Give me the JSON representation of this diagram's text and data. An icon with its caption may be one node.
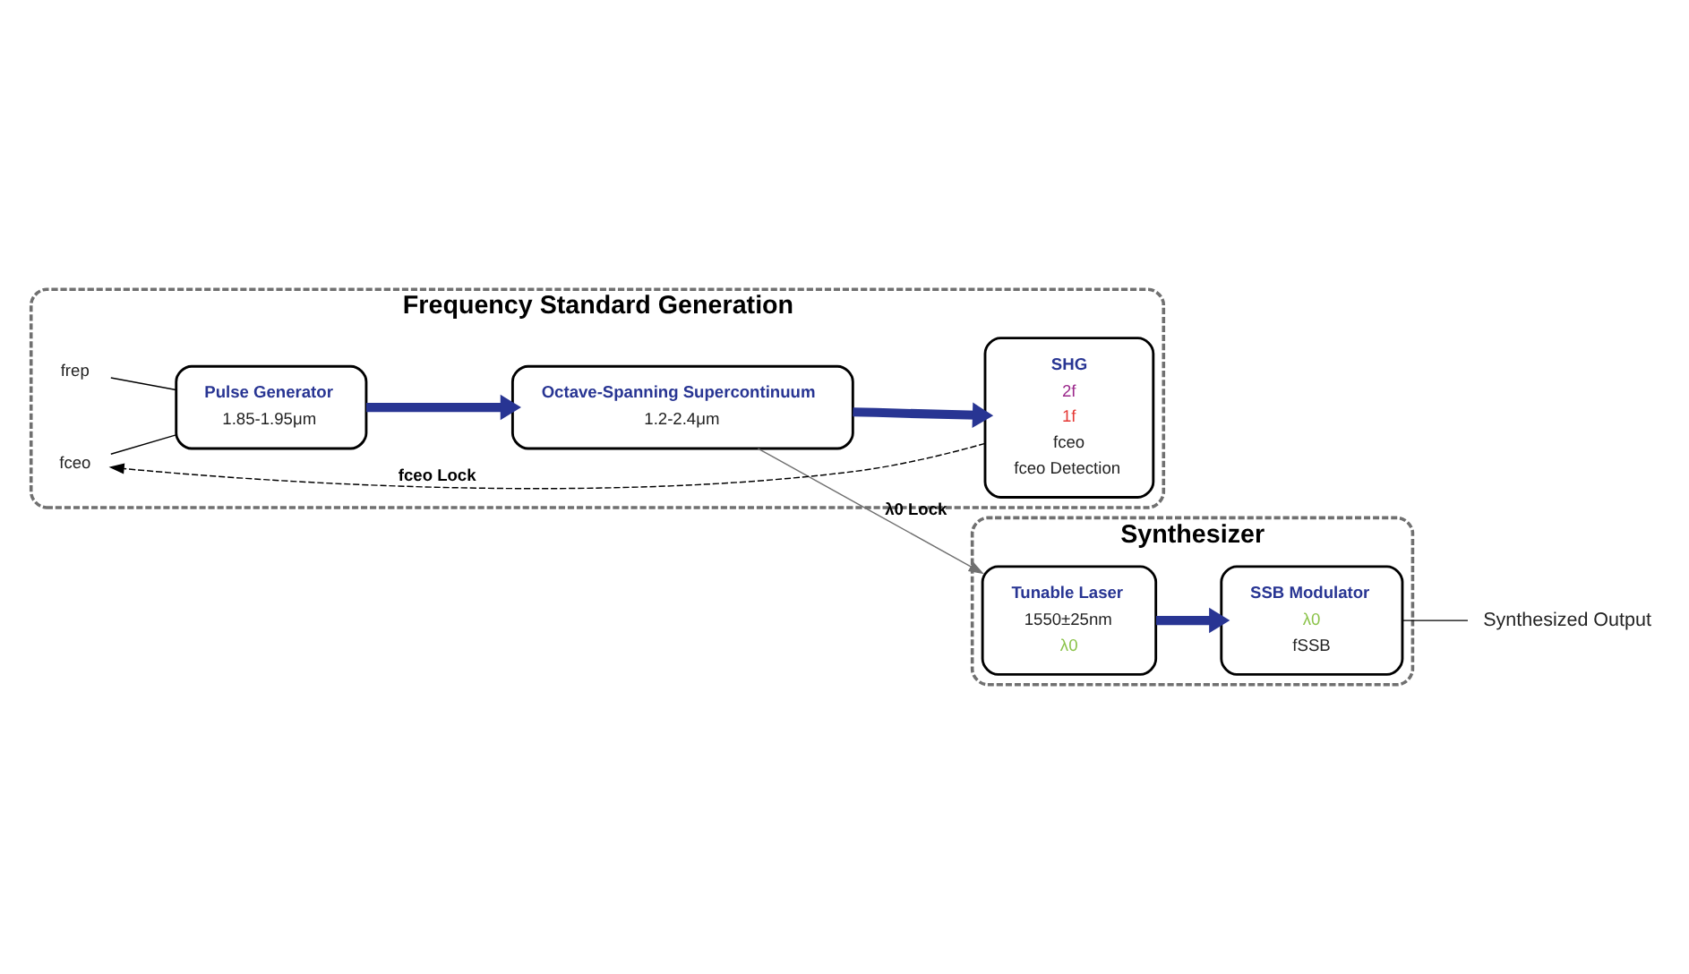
{
  "diagram": {
    "nodes": [
      {
        "text": [
          "Frequency Standard Generation"
        ]
      },
      {
        "text": [
          "Pulse Generator",
          "1.85-1.95μm"
        ],
        "in": 0
      },
      {
        "text": [
          "Octave-Spanning Supercontinuum",
          "1.2-2.4μm"
        ],
        "in": 0
      },
      {
        "text": [
          "SHG",
          "2f",
          "1f",
          "fceo",
          "fceo Detection"
        ],
        "in": 0
      },
      {
        "text": [
          "Synthesizer"
        ]
      },
      {
        "text": [
          "Tunable Laser",
          "1550±25nm",
          "λ0"
        ],
        "in": 4
      },
      {
        "text": [
          "SSB Modulator",
          "λ0",
          "fSSB"
        ],
        "in": 4
      },
      {
        "text": [
          "frep"
        ],
        "in": 0
      },
      {
        "text": [
          "fceo"
        ],
        "in": 0
      },
      {
        "text": [
          "Synthesized Output"
        ]
      }
    ],
    "edges": [
      {
        "from": 7,
        "to": 1,
        "arrow": "none"
      },
      {
        "from": 1,
        "to": 2,
        "arrow": "to",
        "style": "thick",
        "color": "#283593"
      },
      {
        "from": 2,
        "to": 3,
        "arrow": "to",
        "style": "thick",
        "color": "#283593"
      },
      {
        "from": 3,
        "to": 8,
        "arrow": "to",
        "style": "dashed",
        "label": "fceo Lock"
      },
      {
        "from": 8,
        "to": 1,
        "arrow": "none"
      },
      {
        "from": 2,
        "to": 5,
        "arrow": "to",
        "label": "λ0 Lock",
        "color": "#707070"
      },
      {
        "from": 5,
        "to": 6,
        "arrow": "to",
        "style": "thick",
        "color": "#283593"
      },
      {
        "from": 6,
        "to": 9,
        "arrow": "none"
      }
    ]
  }
}
